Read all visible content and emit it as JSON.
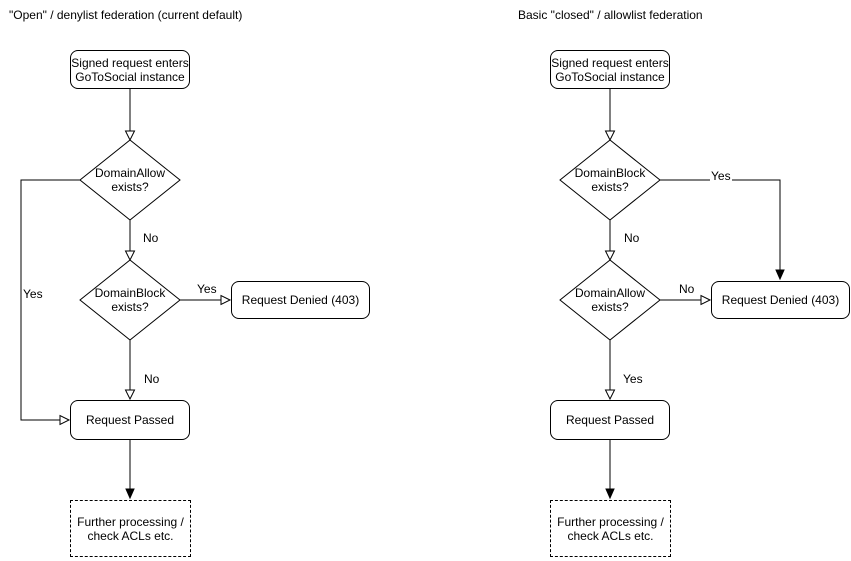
{
  "colors": {
    "stroke": "#000000",
    "background": "#ffffff",
    "text": "#000000"
  },
  "left": {
    "title": "\"Open\" / denylist federation (current default)",
    "nodes": {
      "start": [
        "Signed request enters",
        "GoToSocial instance"
      ],
      "decision1": [
        "DomainAllow",
        "exists?"
      ],
      "decision2": [
        "DomainBlock",
        "exists?"
      ],
      "denied": "Request Denied (403)",
      "passed": "Request Passed",
      "further": [
        "Further processing /",
        "check ACLs etc."
      ]
    },
    "edges": {
      "decision1_no": "No",
      "decision1_yes": "Yes",
      "decision2_yes": "Yes",
      "decision2_no": "No"
    }
  },
  "right": {
    "title": "Basic \"closed\" / allowlist federation",
    "nodes": {
      "start": [
        "Signed request enters",
        "GoToSocial instance"
      ],
      "decision1": [
        "DomainBlock",
        "exists?"
      ],
      "decision2": [
        "DomainAllow",
        "exists?"
      ],
      "denied": "Request Denied (403)",
      "passed": "Request Passed",
      "further": [
        "Further processing /",
        "check ACLs etc."
      ]
    },
    "edges": {
      "decision1_yes": "Yes",
      "decision1_no": "No",
      "decision2_no": "No",
      "decision2_yes": "Yes"
    }
  }
}
